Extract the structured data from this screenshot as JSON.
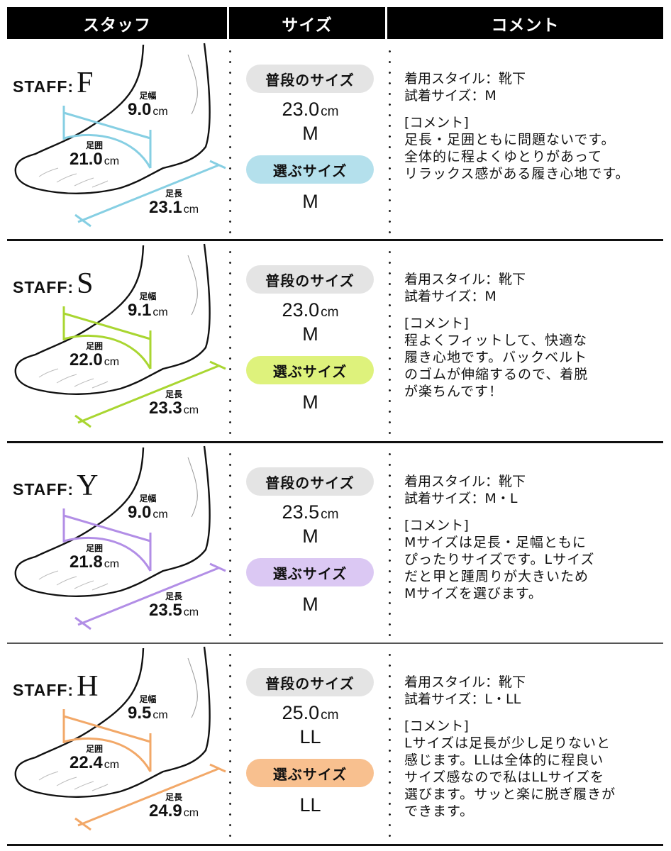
{
  "header": {
    "col_staff": "スタッフ",
    "col_size": "サイズ",
    "col_comment": "コメント"
  },
  "labels": {
    "staff_prefix": "STAFF",
    "colon": ":",
    "width_label": "足幅",
    "girth_label": "足囲",
    "length_label": "足長",
    "unit": "cm",
    "usual_size_pill": "普段のサイズ",
    "chosen_size_pill": "選ぶサイズ",
    "comment_heading": "[コメント]"
  },
  "rows": [
    {
      "initial": "F",
      "accent_color": "#86cfe3",
      "pill_color": "#b4e0ec",
      "width": "9.0",
      "girth": "21.0",
      "length": "23.1",
      "usual_cm": "23.0",
      "usual_size": "M",
      "chosen_size": "M",
      "style_line": "着用スタイル：靴下",
      "tried_line": "試着サイズ：M",
      "comment_lines": [
        "足長・足囲ともに問題ないです。",
        "全体的に程よくゆとりがあって",
        "リラックス感がある履き心地です。"
      ]
    },
    {
      "initial": "S",
      "accent_color": "#a9d631",
      "pill_color": "#def27c",
      "width": "9.1",
      "girth": "22.0",
      "length": "23.3",
      "usual_cm": "23.0",
      "usual_size": "M",
      "chosen_size": "M",
      "style_line": "着用スタイル：靴下",
      "tried_line": "試着サイズ：M",
      "comment_lines": [
        "程よくフィットして、快適な",
        "履き心地です。バックベルト",
        "のゴムが伸縮するので、着脱",
        "が楽ちんです！"
      ]
    },
    {
      "initial": "Y",
      "accent_color": "#b28ee6",
      "pill_color": "#dbc8f3",
      "width": "9.0",
      "girth": "21.8",
      "length": "23.5",
      "usual_cm": "23.5",
      "usual_size": "M",
      "chosen_size": "M",
      "style_line": "着用スタイル：靴下",
      "tried_line": "試着サイズ：M・L",
      "comment_lines": [
        "Mサイズは足長・足幅ともに",
        "ぴったりサイズです。Lサイズ",
        "だと甲と踵周りが大きいため",
        "Mサイズを選びます。"
      ]
    },
    {
      "initial": "H",
      "accent_color": "#f2a868",
      "pill_color": "#f8c08f",
      "width": "9.5",
      "girth": "22.4",
      "length": "24.9",
      "usual_cm": "25.0",
      "usual_size": "LL",
      "chosen_size": "LL",
      "style_line": "着用スタイル：靴下",
      "tried_line": "試着サイズ：L・LL",
      "comment_lines": [
        "Lサイズは足長が少し足りないと",
        "感じます。LLは全体的に程良い",
        "サイズ感なので私はLLサイズを",
        "選びます。サッと楽に脱ぎ履きが",
        "できます。"
      ]
    }
  ]
}
